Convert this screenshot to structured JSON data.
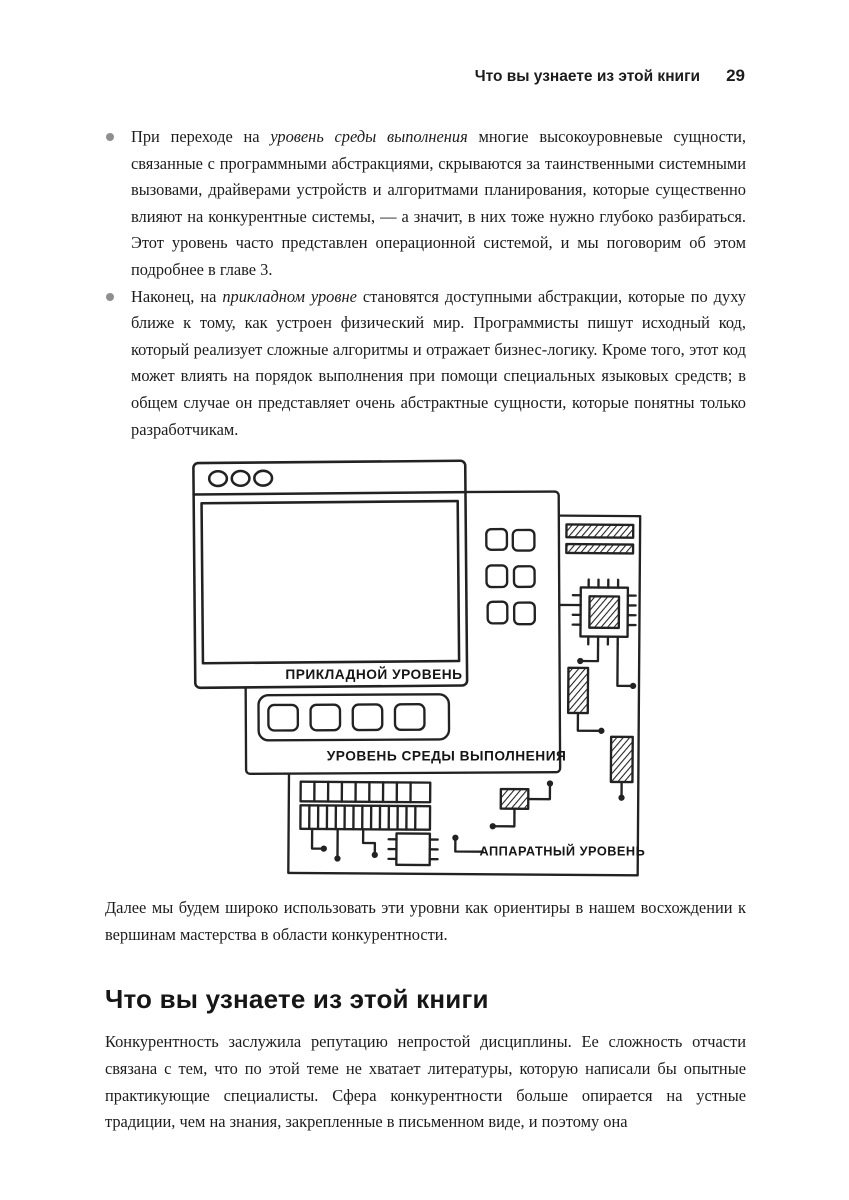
{
  "header": {
    "title": "Что вы узнаете из этой книги",
    "page_number": "29"
  },
  "colors": {
    "ink": "#1c1c1c",
    "bullet_marker": "#8e8e8e"
  },
  "bullets": [
    {
      "pre": "При переходе на ",
      "italic": "уровень среды выполнения",
      "post": " многие высокоуровневые сущности, связанные с программными абстракциями, скрываются за таинственными системными вызовами, драйверами устройств и алгоритмами планирования, которые существенно влияют на конкурентные системы, — а значит, в них тоже нужно глубоко разбираться. Этот уровень часто представлен операционной системой, и мы поговорим об этом подробнее в главе 3."
    },
    {
      "pre": "Наконец, на ",
      "italic": "прикладном уровне",
      "post": " становятся доступными абстракции, которые по духу ближе к тому, как устроен физический мир. Программисты пишут исходный код, который реализует сложные алгоритмы и отражает бизнес-логику. Кроме того, этот код может влиять на порядок выполнения при помощи специальных языковых средств; в общем случае он представляет очень абстрактные сущности, которые понятны только разработчикам."
    }
  ],
  "figure": {
    "labels": {
      "application": "ПРИКЛАДНОЙ УРОВЕНЬ",
      "runtime": "УРОВЕНЬ СРЕДЫ ВЫПОЛНЕНИЯ",
      "hardware": "АППАРАТНЫЙ УРОВЕНЬ"
    }
  },
  "after_figure_paragraph": "Далее мы будем широко использовать эти уровни как ориентиры в нашем восхождении к вершинам мастерства в области конкурентности.",
  "section": {
    "heading": "Что вы узнаете из этой книги",
    "paragraph": "Конкурентность заслужила репутацию непростой дисциплины. Ее сложность отчасти связана с тем, что по этой теме не хватает литературы, которую написали бы опытные практикующие специалисты. Сфера конкурентности больше опирается на устные традиции, чем на знания, закрепленные в письменном виде, и поэтому она"
  }
}
